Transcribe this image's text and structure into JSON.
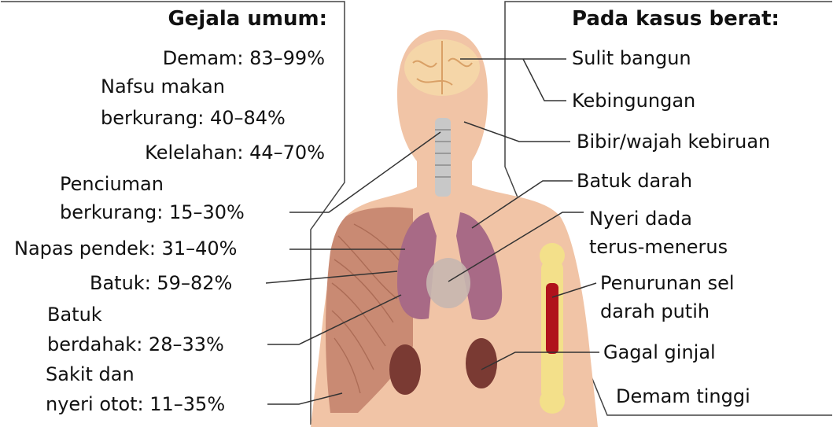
{
  "headers": {
    "common": "Gejala umum:",
    "severe": "Pada kasus berat:"
  },
  "common_symptoms": [
    {
      "id": "fever",
      "lines": [
        "Demam: 83–99%"
      ]
    },
    {
      "id": "appetite",
      "lines": [
        "Nafsu makan",
        "berkurang: 40–84%"
      ]
    },
    {
      "id": "fatigue",
      "lines": [
        "Kelelahan: 44–70%"
      ]
    },
    {
      "id": "smell",
      "lines": [
        "Penciuman",
        "berkurang: 15–30%"
      ]
    },
    {
      "id": "breath",
      "lines": [
        "Napas pendek: 31–40%"
      ]
    },
    {
      "id": "cough",
      "lines": [
        "Batuk: 59–82%"
      ]
    },
    {
      "id": "sputum",
      "lines": [
        "Batuk",
        "berdahak: 28–33%"
      ]
    },
    {
      "id": "myalgia",
      "lines": [
        "Sakit dan",
        "nyeri otot: 11–35%"
      ]
    }
  ],
  "severe_symptoms": [
    {
      "id": "waking",
      "lines": [
        "Sulit bangun"
      ]
    },
    {
      "id": "confusion",
      "lines": [
        "Kebingungan"
      ]
    },
    {
      "id": "cyanosis",
      "lines": [
        "Bibir/wajah kebiruan"
      ]
    },
    {
      "id": "hemoptysis",
      "lines": [
        "Batuk darah"
      ]
    },
    {
      "id": "chest-pain",
      "lines": [
        "Nyeri dada",
        "terus-menerus"
      ]
    },
    {
      "id": "leukopenia",
      "lines": [
        "Penurunan sel",
        "darah putih"
      ]
    },
    {
      "id": "kidney",
      "lines": [
        "Gagal ginjal"
      ]
    },
    {
      "id": "high-fever",
      "lines": [
        "Demam tinggi"
      ]
    }
  ],
  "colors": {
    "skin": "#f1c4a6",
    "muscle": "#c98a73",
    "lung": "#a86a86",
    "kidney": "#7a3a33",
    "bone": "#f3e08a",
    "marrow": "#b0121b",
    "brain": "#f5d6a8",
    "line": "#333333"
  }
}
